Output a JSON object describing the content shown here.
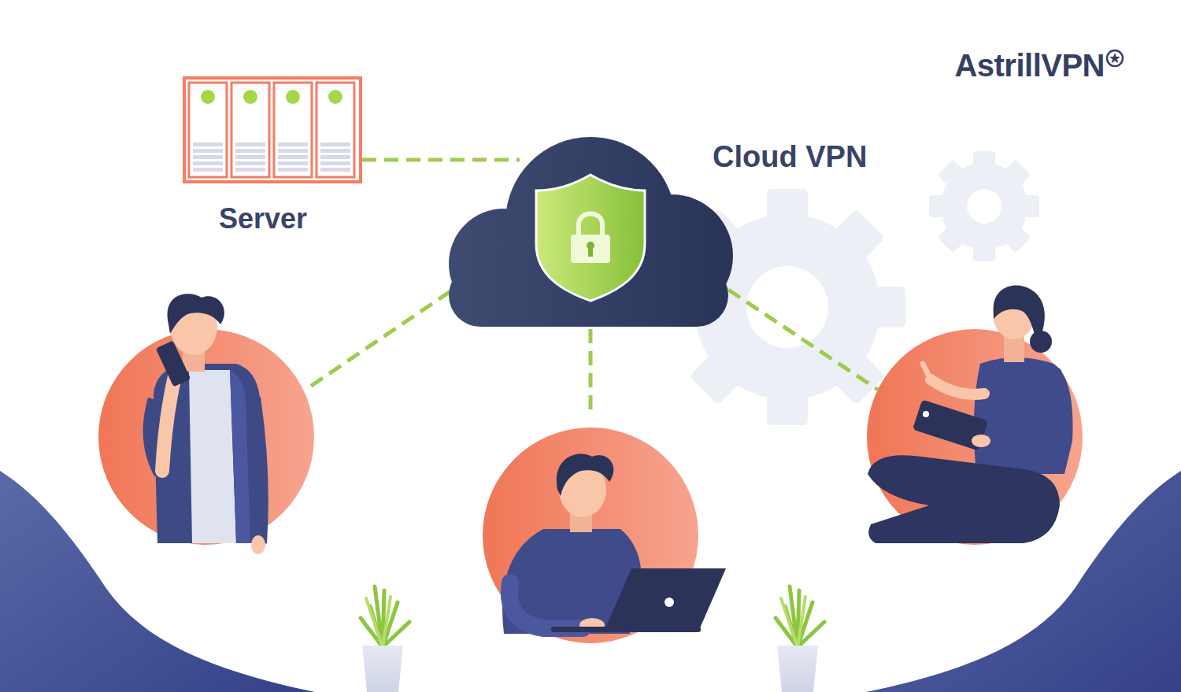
{
  "diagram": {
    "nodes": [
      {
        "text": [
          "Server"
        ]
      },
      {
        "text": [
          "Cloud VPN"
        ]
      }
    ],
    "edges": [
      {
        "from": 0,
        "to": 1,
        "arrow": "none"
      }
    ],
    "labels": [
      "AstrillVPN"
    ]
  }
}
